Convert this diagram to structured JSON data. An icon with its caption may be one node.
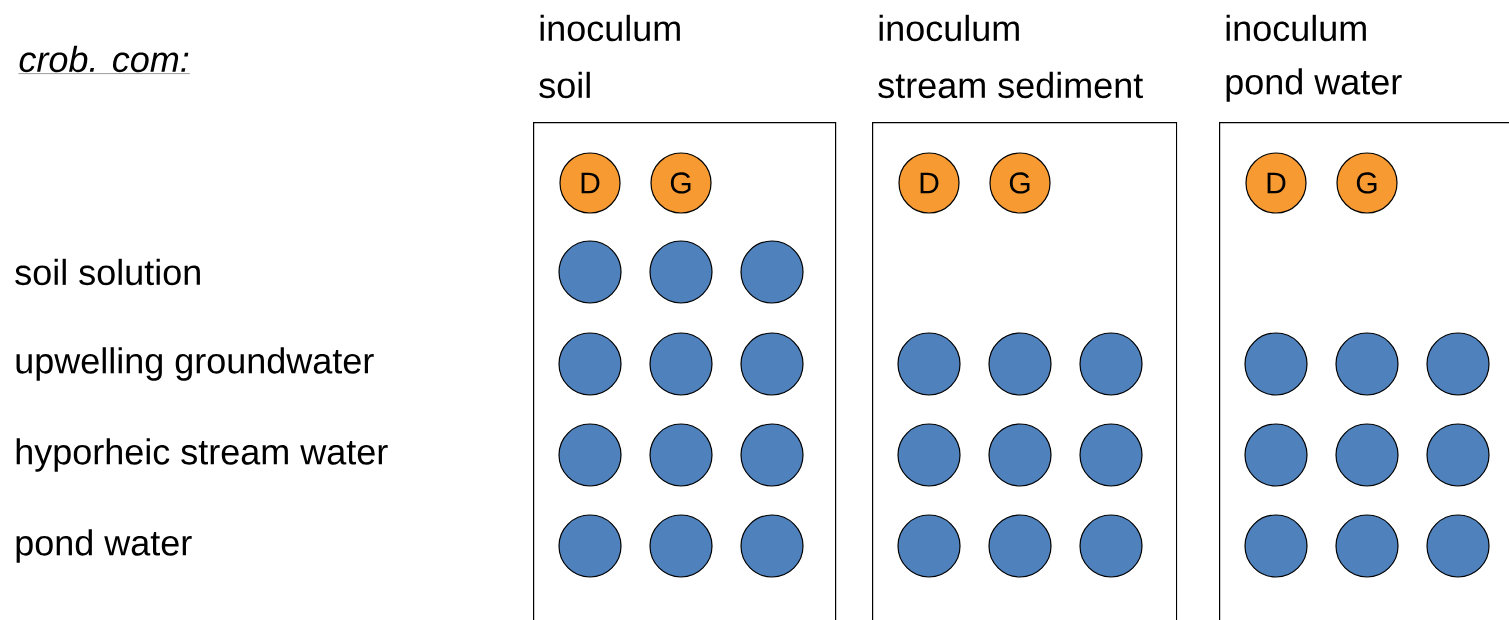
{
  "diagram": {
    "nodes": [
      {
        "text": [
          "inoculum",
          "soil"
        ]
      },
      {
        "text": [
          "D"
        ],
        "in": 0
      },
      {
        "text": [
          "G"
        ],
        "in": 0
      },
      {
        "text": [],
        "shape": "circle",
        "in": 0
      },
      {
        "text": [],
        "shape": "circle",
        "in": 0
      },
      {
        "text": [],
        "shape": "circle",
        "in": 0
      },
      {
        "text": [],
        "shape": "circle",
        "in": 0
      },
      {
        "text": [],
        "shape": "circle",
        "in": 0
      },
      {
        "text": [],
        "shape": "circle",
        "in": 0
      },
      {
        "text": [],
        "shape": "circle",
        "in": 0
      },
      {
        "text": [],
        "shape": "circle",
        "in": 0
      },
      {
        "text": [],
        "shape": "circle",
        "in": 0
      },
      {
        "text": [],
        "shape": "circle",
        "in": 0
      },
      {
        "text": [],
        "shape": "circle",
        "in": 0
      },
      {
        "text": [],
        "shape": "circle",
        "in": 0
      },
      {
        "text": [
          "inoculum",
          "stream sediment"
        ]
      },
      {
        "text": [
          "D"
        ],
        "in": 15
      },
      {
        "text": [
          "G"
        ],
        "in": 15
      },
      {
        "text": [],
        "shape": "circle",
        "in": 15
      },
      {
        "text": [],
        "shape": "circle",
        "in": 15
      },
      {
        "text": [],
        "shape": "circle",
        "in": 15
      },
      {
        "text": [],
        "shape": "circle",
        "in": 15
      },
      {
        "text": [],
        "shape": "circle",
        "in": 15
      },
      {
        "text": [],
        "shape": "circle",
        "in": 15
      },
      {
        "text": [],
        "shape": "circle",
        "in": 15
      },
      {
        "text": [],
        "shape": "circle",
        "in": 15
      },
      {
        "text": [],
        "shape": "circle",
        "in": 15
      },
      {
        "text": [
          "inoculum",
          "pond water"
        ]
      },
      {
        "text": [
          "D"
        ],
        "in": 27
      },
      {
        "text": [
          "G"
        ],
        "in": 27
      },
      {
        "text": [],
        "shape": "circle",
        "in": 27
      },
      {
        "text": [],
        "shape": "circle",
        "in": 27
      },
      {
        "text": [],
        "shape": "circle",
        "in": 27
      },
      {
        "text": [],
        "shape": "circle",
        "in": 27
      },
      {
        "text": [],
        "shape": "circle",
        "in": 27
      },
      {
        "text": [],
        "shape": "circle",
        "in": 27
      },
      {
        "text": [],
        "shape": "circle",
        "in": 27
      },
      {
        "text": [],
        "shape": "circle",
        "in": 27
      },
      {
        "text": [],
        "shape": "circle",
        "in": 27
      }
    ],
    "labels": [
      "crob. com:",
      "soil solution",
      "upwelling groundwater",
      "hyporheic stream water",
      "pond water"
    ]
  }
}
